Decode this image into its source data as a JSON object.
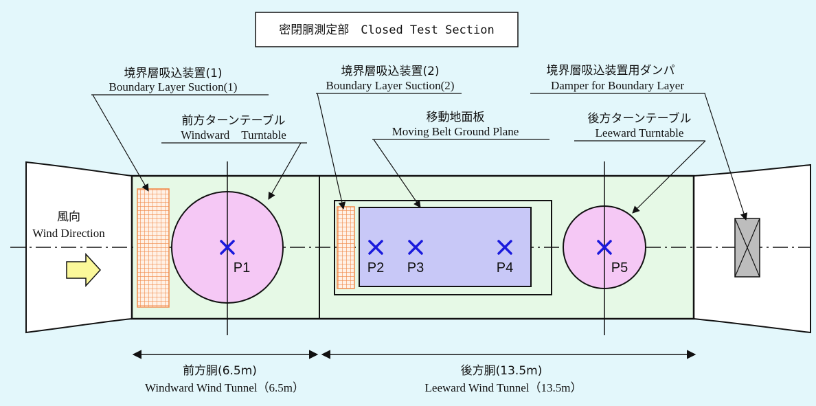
{
  "title": "密閉胴測定部　Closed Test Section",
  "labels": {
    "bls1_jp": "境界層吸込装置(1)",
    "bls1_en": "Boundary Layer Suction(1)",
    "bls2_jp": "境界層吸込装置(2)",
    "bls2_en": "Boundary Layer Suction(2)",
    "damper_jp": "境界層吸込装置用ダンパ",
    "damper_en": "Damper for Boundary Layer",
    "front_tt_jp": "前方ターンテーブル",
    "front_tt_en": "Windward　Turntable",
    "belt_jp": "移動地面板",
    "belt_en": "Moving Belt Ground Plane",
    "rear_tt_jp": "後方ターンテーブル",
    "rear_tt_en": "Leeward Turntable",
    "wind_jp": "風向",
    "wind_en": "Wind Direction"
  },
  "points": [
    "P1",
    "P2",
    "P3",
    "P4",
    "P5"
  ],
  "dimensions": {
    "windward_jp": "前方胴(6.5m)",
    "windward_en": "Windward Wind Tunnel（6.5m）",
    "leeward_jp": "後方胴(13.5m)",
    "leeward_en": "Leeward Wind Tunnel（13.5m）"
  },
  "colors": {
    "background": "#e3f7fb",
    "section_fill": "#e6f9e6",
    "turntable_fill": "#f5c8f5",
    "belt_fill": "#c8c8f7",
    "suction_grid": "#f08a4a",
    "marker": "#1a1adc",
    "arrow_fill": "#fbf89a",
    "damper_fill": "#bdbdbd"
  }
}
